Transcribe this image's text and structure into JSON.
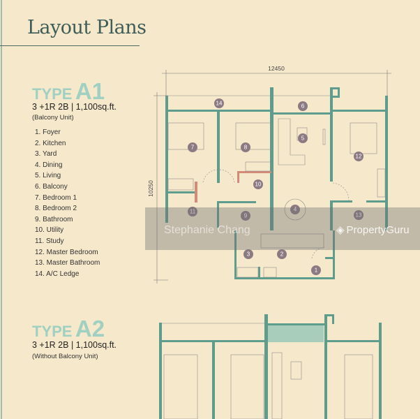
{
  "header": {
    "title": "Layout Plans"
  },
  "type_a1": {
    "label": "TYPE",
    "code": "A1",
    "spec": "3 +1R 2B | 1,100sq.ft.",
    "subtitle": "(Balcony Unit)"
  },
  "legend": [
    "1. Foyer",
    "2. Kitchen",
    "3. Yard",
    "4. Dining",
    "5. Living",
    "6. Balcony",
    "7. Bedroom 1",
    "8. Bedroom 2",
    "9. Bathroom",
    "10. Utility",
    "11. Study",
    "12. Master Bedroom",
    "13. Master Bathroom",
    "14. A/C Ledge"
  ],
  "plan_a1": {
    "width_dim": "12450",
    "height_dim": "10250",
    "room_numbers": [
      "1",
      "2",
      "3",
      "4",
      "5",
      "6",
      "7",
      "8",
      "9",
      "10",
      "11",
      "12",
      "13",
      "14"
    ]
  },
  "type_a2": {
    "label": "TYPE",
    "code": "A2",
    "spec": "3 +1R 2B | 1,100sq.ft.",
    "subtitle": "(Without Balcony Unit)"
  },
  "watermark": {
    "agent": "Stephanie Chang",
    "brand": "PropertyGuru",
    "brand_icon": "propertyguru-logo-icon"
  },
  "colors": {
    "background": "#f6e8cb",
    "wall": "#5e9c8d",
    "title": "#3f5d58",
    "type": "#9fd0c1",
    "marker": "#8c7a82"
  }
}
